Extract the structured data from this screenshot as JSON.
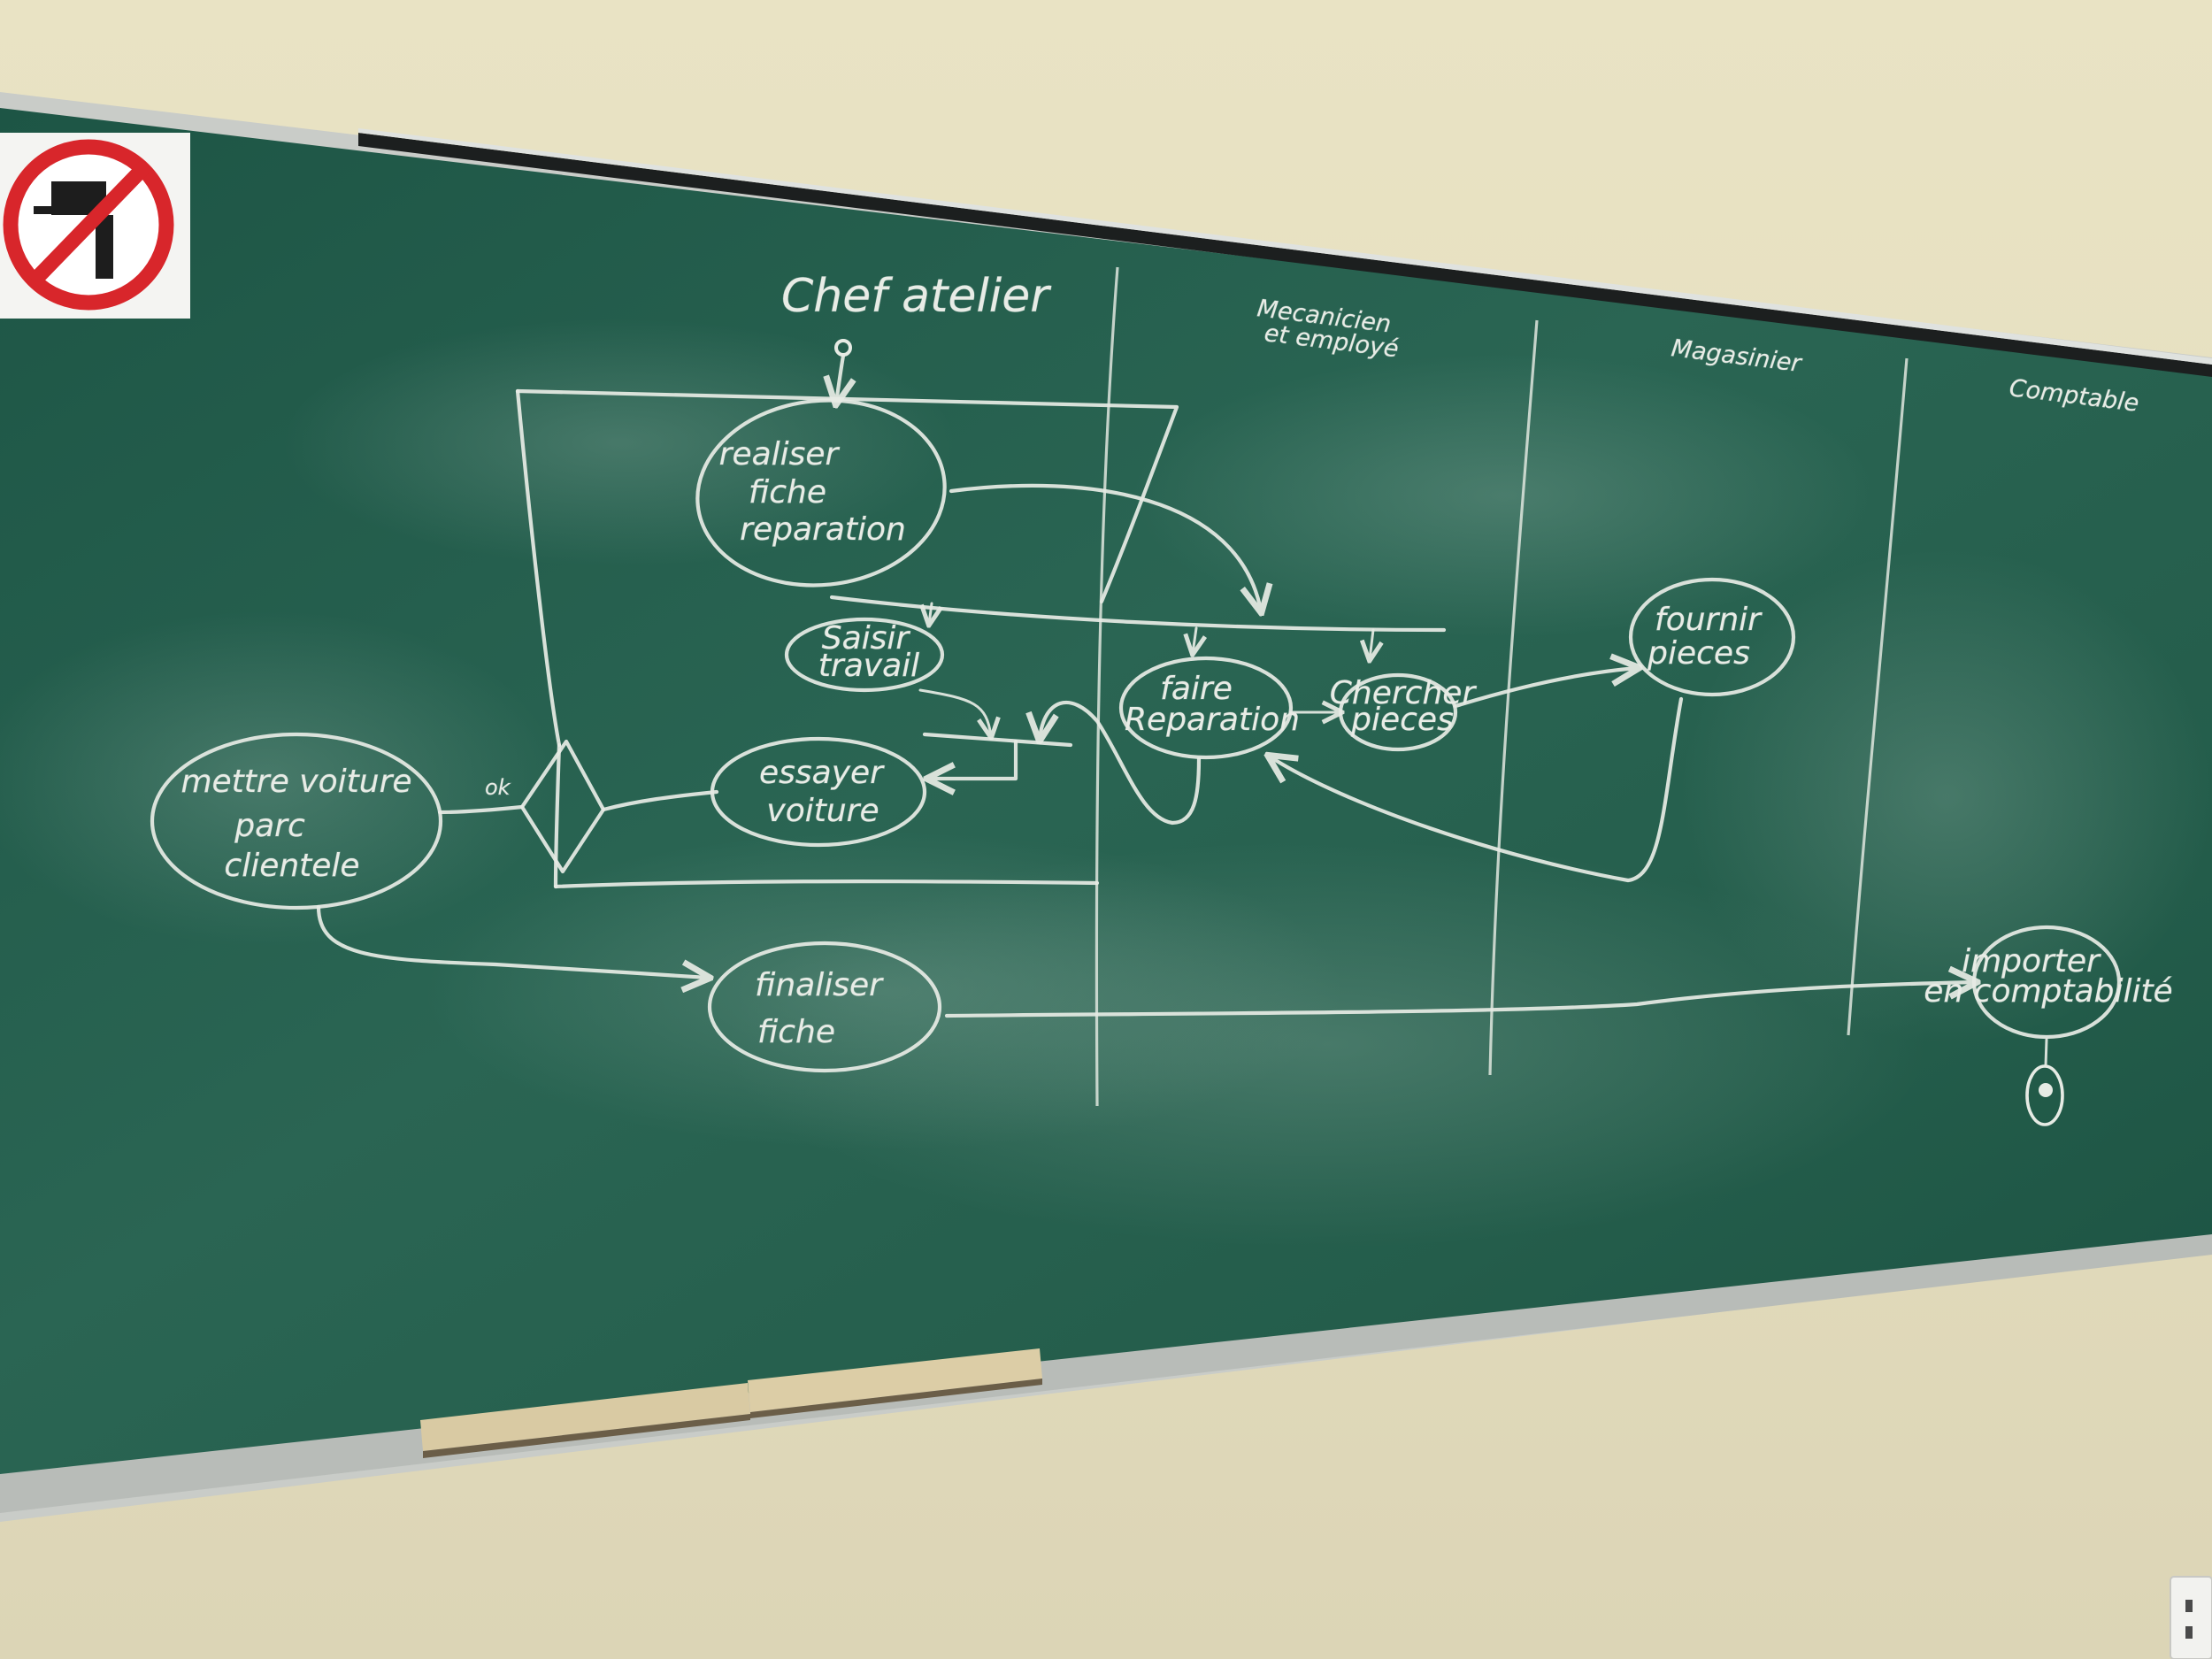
{
  "lanes": {
    "chef": "Chef atelier",
    "mecanicien_1": "Mecanicien",
    "mecanicien_2": "et employé",
    "magasinier": "Magasinier",
    "comptable": "Comptable"
  },
  "nodes": {
    "realiser": [
      "realiser",
      "fiche",
      "reparation"
    ],
    "saisir": [
      "Saisir",
      "travail"
    ],
    "faire": [
      "faire",
      "Reparation"
    ],
    "chercher": [
      "Chercher",
      "pieces"
    ],
    "fournir": [
      "fournir",
      "pieces"
    ],
    "essayer": [
      "essayer",
      "voiture"
    ],
    "mettre": [
      "mettre voiture",
      "parc",
      "clientele"
    ],
    "finaliser": [
      "finaliser",
      "fiche"
    ],
    "importer": [
      "importer",
      "en comptabilité"
    ]
  },
  "decision_label": "ok",
  "colors": {
    "board": "#1f5a47",
    "chalk": "#e8ece6",
    "frame": "#c9ccc8",
    "wall": "#e7e1c2",
    "sign_red": "#d8262b"
  },
  "icons": [
    "no-hammer-sign-icon",
    "eraser-icon",
    "wall-outlet-icon"
  ]
}
